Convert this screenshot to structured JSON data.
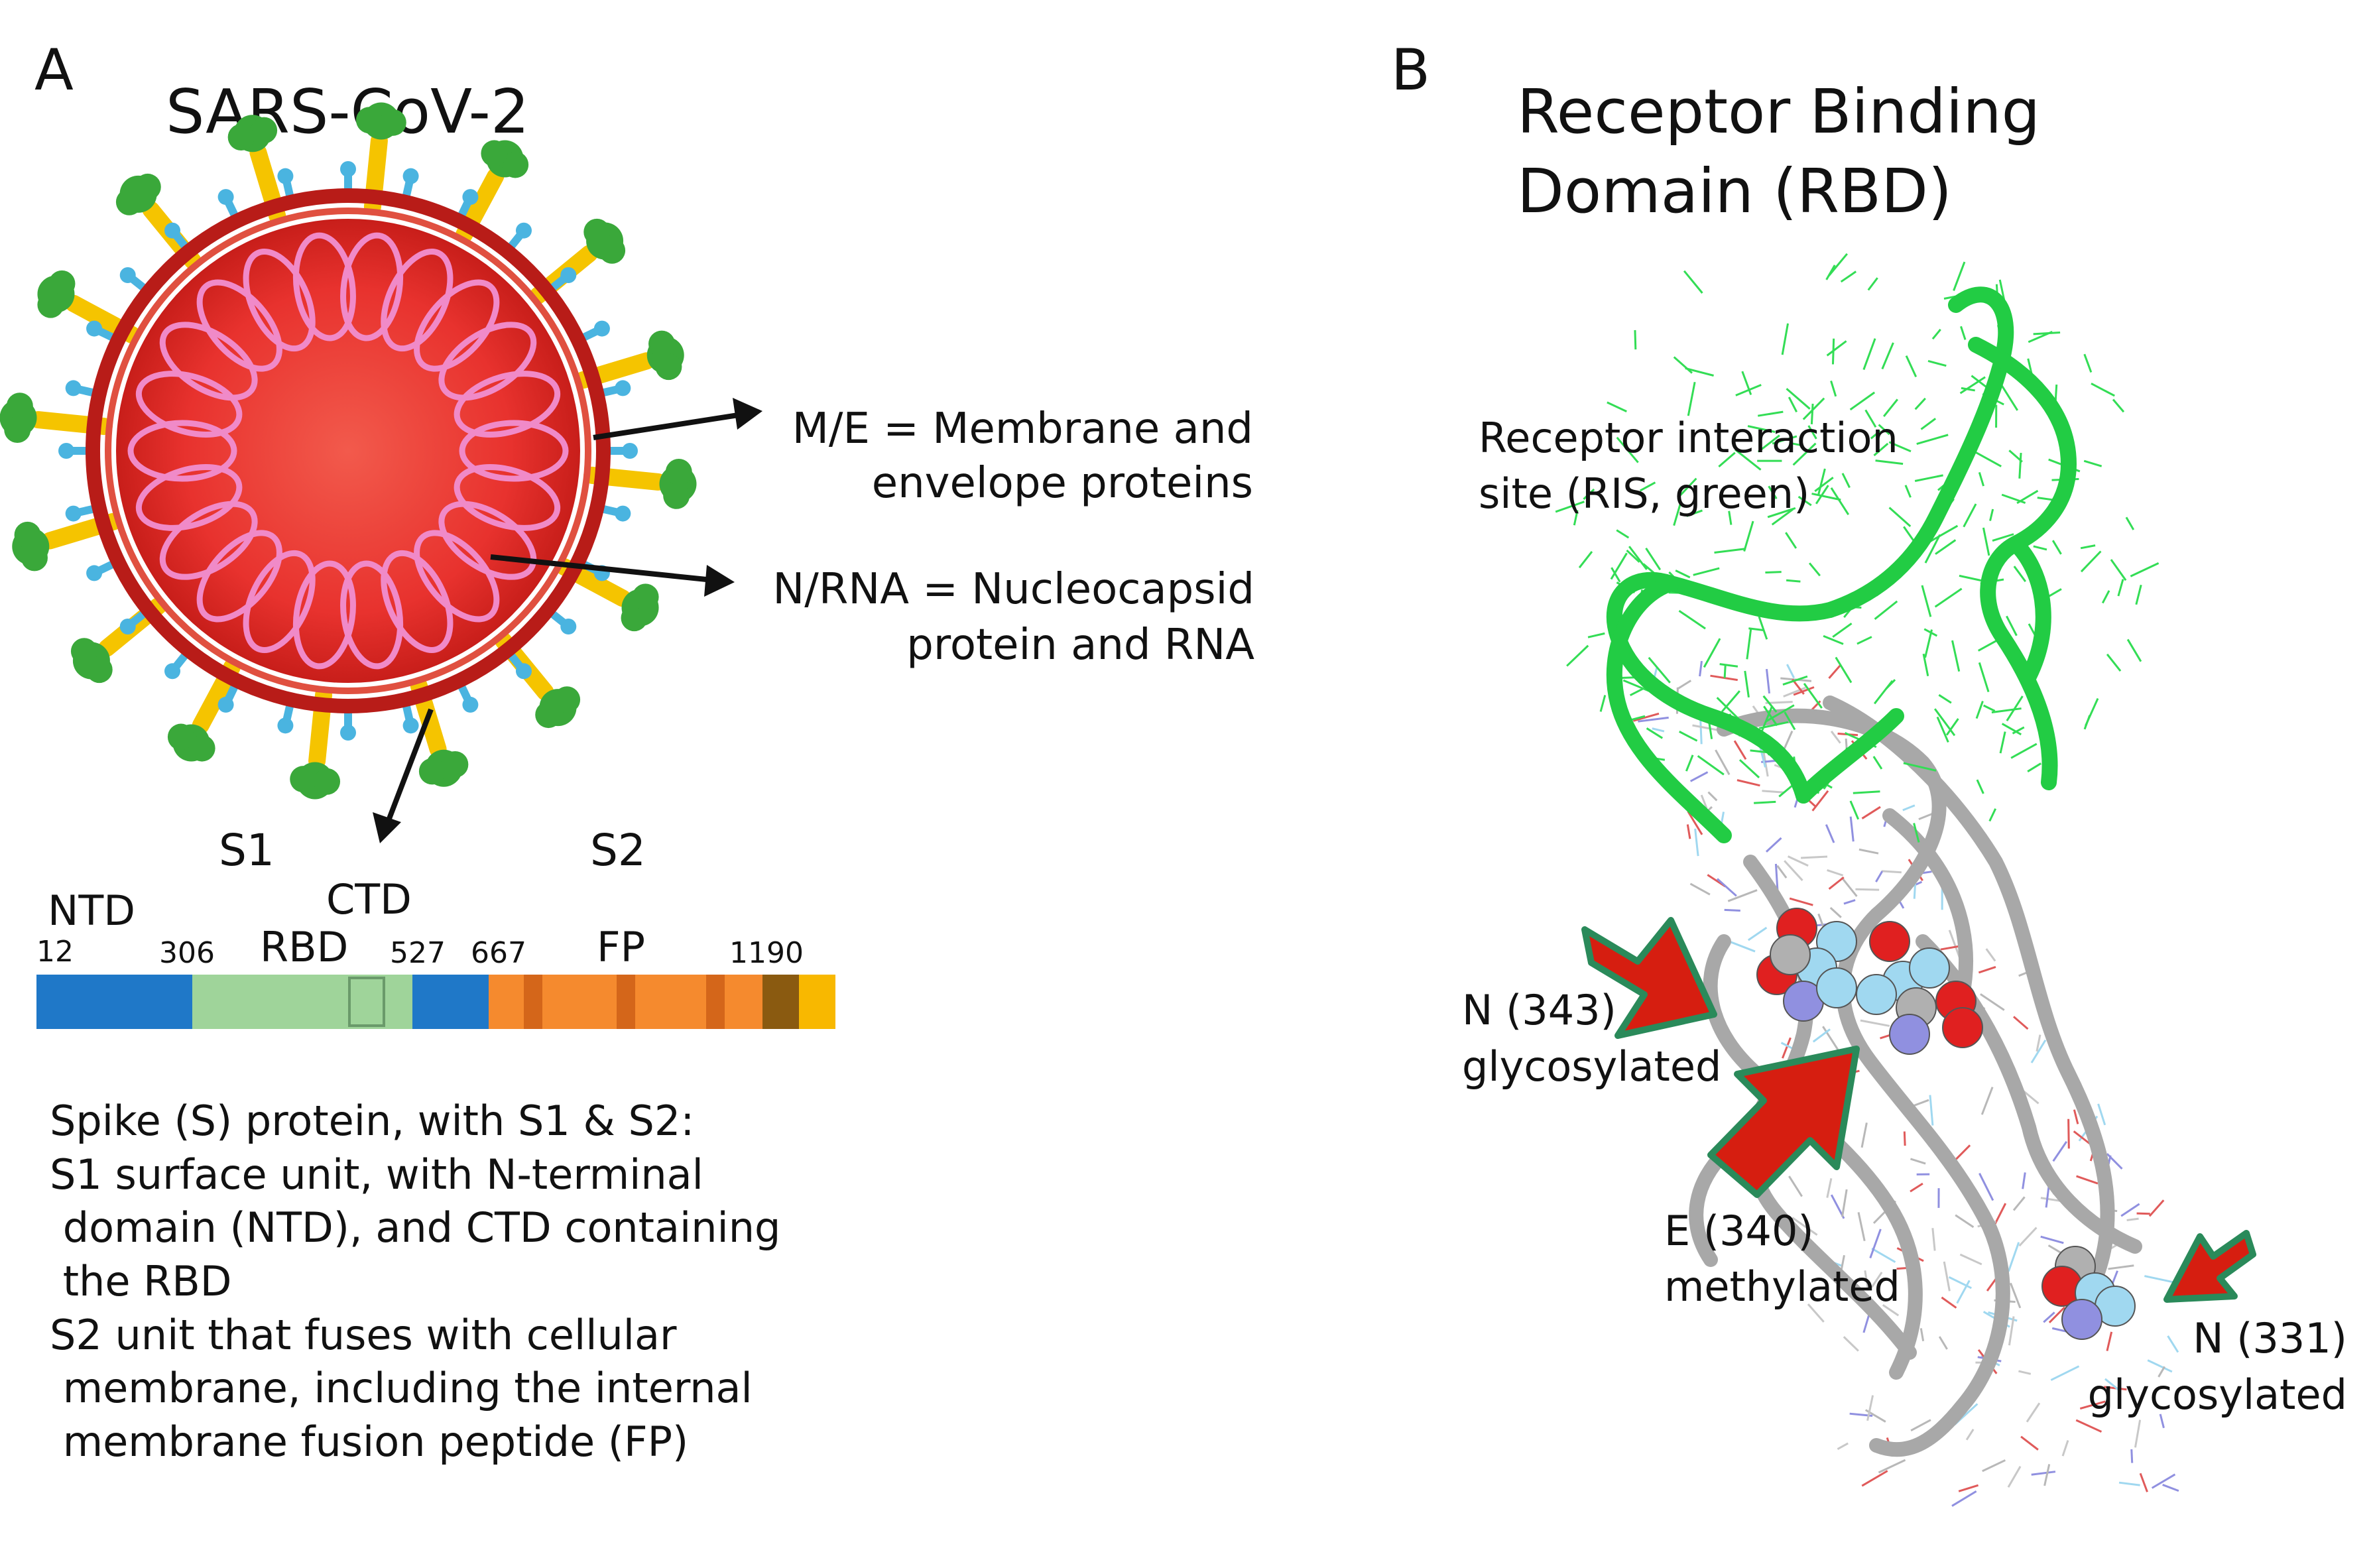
{
  "panel_a": {
    "letter": "A",
    "title": "SARS-CoV-2",
    "labels": {
      "me_line1": "M/E = Membrane and",
      "me_line2": "envelope proteins",
      "nrna_line1": "N/RNA = Nucleocapsid",
      "nrna_line2": "protein and RNA"
    },
    "spike_bar": {
      "s1": "S1",
      "s2": "S2",
      "ntd": "NTD",
      "ctd": "CTD",
      "rbd": "RBD",
      "fp": "FP",
      "pos_12": "12",
      "pos_306": "306",
      "pos_527": "527",
      "pos_667": "667",
      "pos_1190": "1190"
    },
    "description": [
      "Spike (S) protein, with S1 & S2:",
      "S1 surface unit, with N-terminal",
      " domain (NTD), and CTD containing",
      " the RBD",
      "S2 unit that fuses with cellular",
      " membrane, including the internal",
      " membrane fusion peptide (FP)"
    ]
  },
  "panel_b": {
    "letter": "B",
    "title_line1": "Receptor Binding",
    "title_line2": "Domain (RBD)",
    "ris_line1": "Receptor interaction",
    "ris_line2": "site (RIS, green)",
    "n343_line1": "N (343)",
    "n343_line2": "glycosylated",
    "e340_line1": "E (340)",
    "e340_line2": "methylated",
    "n331_line1": "N (331)",
    "n331_line2": "glycosylated"
  },
  "colors": {
    "virus_body": "#e8322e",
    "rna": "#f08ac8",
    "spike_yellow": "#f5c400",
    "spike_green": "#3aa83a",
    "membrane_blue": "#4ab4e0",
    "ntd_blue": "#1f78c8",
    "rbd_green": "#9fd49a",
    "s2_orange": "#f58a2e",
    "ris_green": "#22cc44",
    "backbone_gray": "#a8a8a8",
    "arrow_red": "#d61e10",
    "arrow_border": "#2a8a5a"
  }
}
